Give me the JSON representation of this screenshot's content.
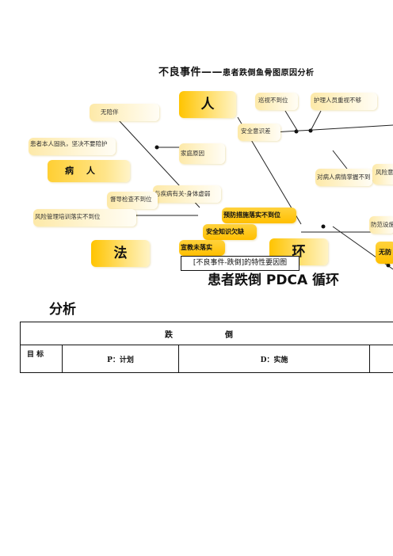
{
  "header": {
    "title_main": "不良事件",
    "title_dash": "——",
    "title_sub": "患者跌倒鱼骨图原因分析"
  },
  "fishbone": {
    "categories": {
      "people": "人",
      "method": "法",
      "environment": "环",
      "patient": "病 人"
    },
    "causes": {
      "no_escort": "无陪伴",
      "patient_stubborn": "患者本人固执，坚决不要陪护",
      "family_reason": "家庭原因",
      "disease_related": "与疾病有关-身体虚弱",
      "supervision_lacking": "督导检查不到位",
      "risk_training_lacking": "风险管理培训落实不到位",
      "patrol_lacking": "巡视不到位",
      "nurse_attention_lacking": "护理人员重视不够",
      "safety_awareness_poor": "安全意识差",
      "patient_condition_unclear": "对病人病情掌握不到",
      "risk_awareness": "风险意",
      "prevention_lacking": "预防措施落实不到位",
      "safety_knowledge_lacking": "安全知识欠缺",
      "education_lacking": "宣教未落实",
      "fall_prevention_device": "防范设施",
      "no_protection": "无防"
    },
    "caption": "[不良事件-跌倒]的特性要因图"
  },
  "pdca": {
    "heading": "患者跌倒 PDCA 循环",
    "heading2": "分析",
    "table_title": "跌　倒",
    "goal_label": "目 标",
    "p_label": "P：计划",
    "d_label": "D：实施"
  }
}
